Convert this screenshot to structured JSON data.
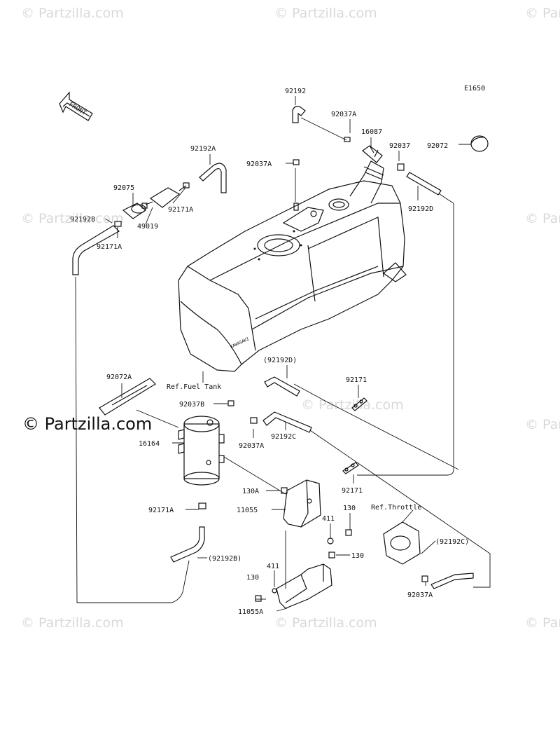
{
  "diagram_code": "E1650",
  "front_arrow_text": "FRONT",
  "watermark_small": "© Partzilla.com",
  "watermark_big": "© Partzilla.com",
  "labels": {
    "p92192": "92192",
    "p92037A_top": "92037A",
    "p16087": "16087",
    "p92037": "92037",
    "p92072": "92072",
    "p92192A": "92192A",
    "p92037A_left": "92037A",
    "p92075": "92075",
    "p92171A_top": "92171A",
    "p92192B": "92192B",
    "p49019": "49019",
    "p92171A_mid": "92171A",
    "p92192D": "92192D",
    "ref_fuel_tank": "Ref.Fuel Tank",
    "p92072A": "92072A",
    "p92192D_paren": "(92192D)",
    "p92171_a": "92171",
    "p92037B": "92037B",
    "p16164": "16164",
    "p92192C": "92192C",
    "p92037A_mid": "92037A",
    "p92171_b": "92171",
    "p130A": "130A",
    "p11055": "11055",
    "ref_throttle": "Ref.Throttle",
    "p130_a": "130",
    "p411_a": "411",
    "p92171A_low": "92171A",
    "p92192C_paren": "(92192C)",
    "p130_b": "130",
    "p92192B_paren": "(92192B)",
    "p411_b": "411",
    "p130_c": "130",
    "p92037A_bottom": "92037A",
    "p11055A": "11055A"
  }
}
